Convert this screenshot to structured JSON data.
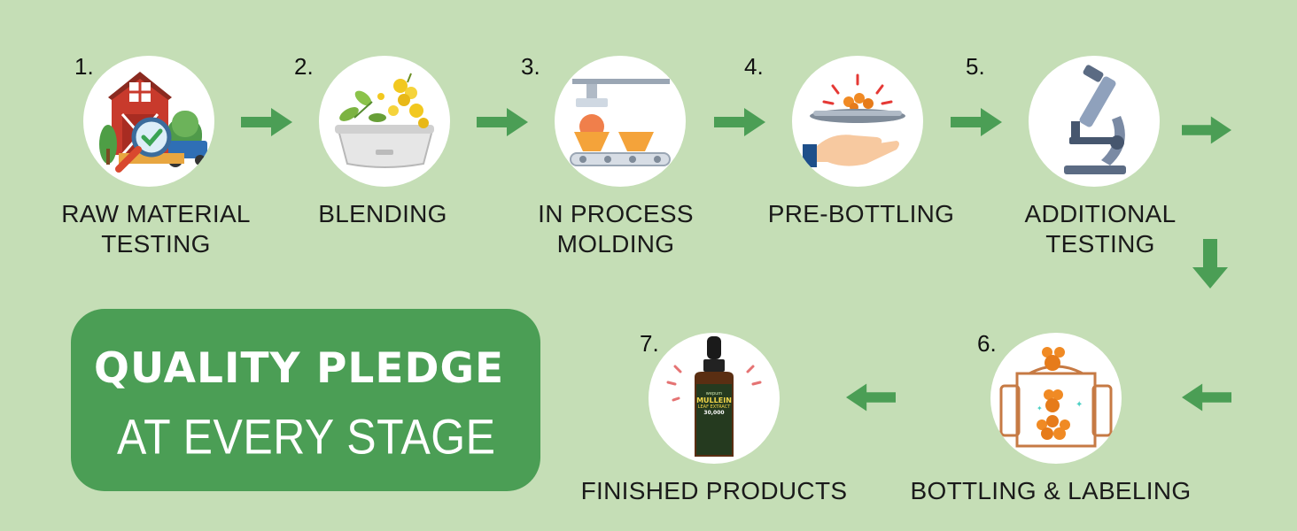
{
  "steps": [
    {
      "number": "1.",
      "lines": [
        "RAW MATERIAL",
        "TESTING"
      ],
      "icon": "barn-magnifier-icon"
    },
    {
      "number": "2.",
      "lines": [
        "BLENDING"
      ],
      "icon": "blending-bowl-icon"
    },
    {
      "number": "3.",
      "lines": [
        "IN PROCESS",
        "MOLDING"
      ],
      "icon": "molding-conveyor-icon"
    },
    {
      "number": "4.",
      "lines": [
        "PRE-BOTTLING"
      ],
      "icon": "hand-tray-icon"
    },
    {
      "number": "5.",
      "lines": [
        "ADDITIONAL",
        "TESTING"
      ],
      "icon": "microscope-icon"
    },
    {
      "number": "6.",
      "lines": [
        "BOTTLING & LABELING"
      ],
      "icon": "gummy-jar-icon"
    },
    {
      "number": "7.",
      "lines": [
        "FINISHED PRODUCTS"
      ],
      "icon": "dropper-bottle-icon"
    }
  ],
  "pledge": {
    "line1": "QUALITY PLEDGE",
    "line2": "AT EVERY STAGE"
  },
  "product": {
    "brand": "wepum",
    "name": "MULLEIN",
    "subtitle": "LEAF EXTRACT",
    "amount": "30,000"
  },
  "colors": {
    "background": "#c5deb6",
    "arrow": "#4b9e55",
    "pledge_box": "#4b9e55",
    "text": "#1a1a1a"
  }
}
